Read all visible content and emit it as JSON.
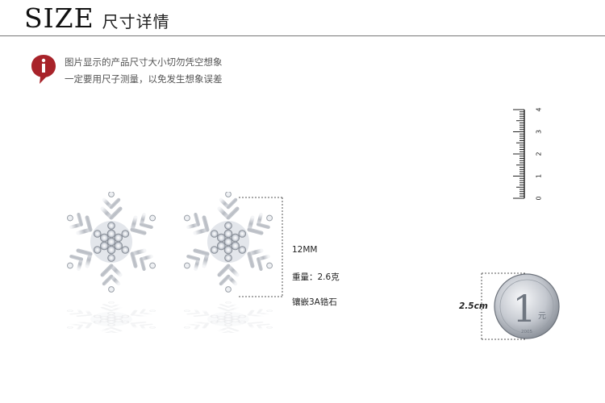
{
  "header": {
    "title": "SIZE",
    "subtitle": "尺寸详情"
  },
  "notice": {
    "icon": "info-icon",
    "icon_glyph": "i",
    "line1": "图片显示的产品尺寸大小切勿凭空想象",
    "line2": "一定要用尺子测量，以免发生想象误差"
  },
  "specs": {
    "size": "12MM",
    "weight": "重量：2.6克",
    "stone": "镶嵌3A锆石"
  },
  "ruler": {
    "labels": [
      "0",
      "1",
      "2",
      "3",
      "4"
    ]
  },
  "coin": {
    "diameter_label": "2.5cm",
    "denomination": "1",
    "unit": "元",
    "year": "2005"
  },
  "colors": {
    "accent_red": "#a8232a",
    "silver": "#c8ccd2",
    "text": "#222222"
  }
}
